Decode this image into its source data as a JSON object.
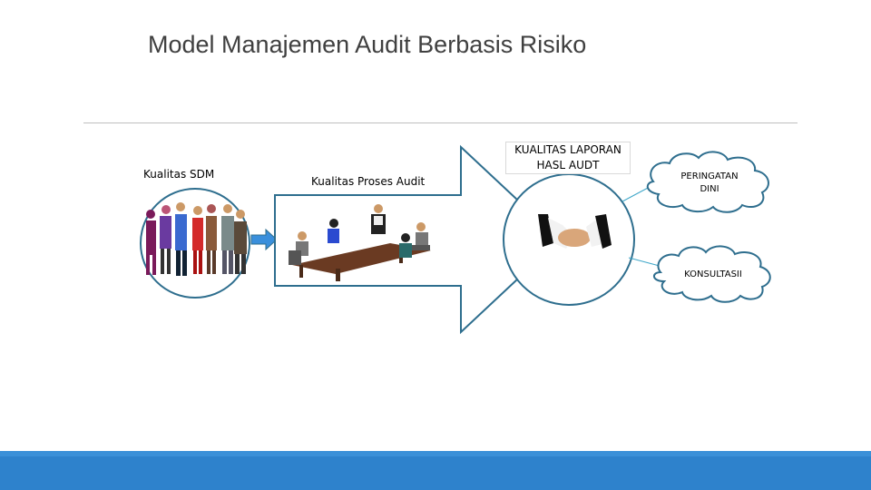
{
  "slide": {
    "title": "Model Manajemen Audit Berbasis Risiko"
  },
  "diagram": {
    "sdm_label": "Kualitas SDM",
    "proses_label": "Kualitas Proses Audit",
    "laporan_label_line1": "KUALITAS LAPORAN",
    "laporan_label_line2": "HASL AUDT",
    "cloud_top_line1": "PERINGATAN",
    "cloud_top_line2": "DINI",
    "cloud_bottom": "KONSULTASII"
  },
  "colors": {
    "outline": "#2e6e8e",
    "connector": "#3fa7c9",
    "footer": "#2e82cc",
    "title": "#404040"
  }
}
